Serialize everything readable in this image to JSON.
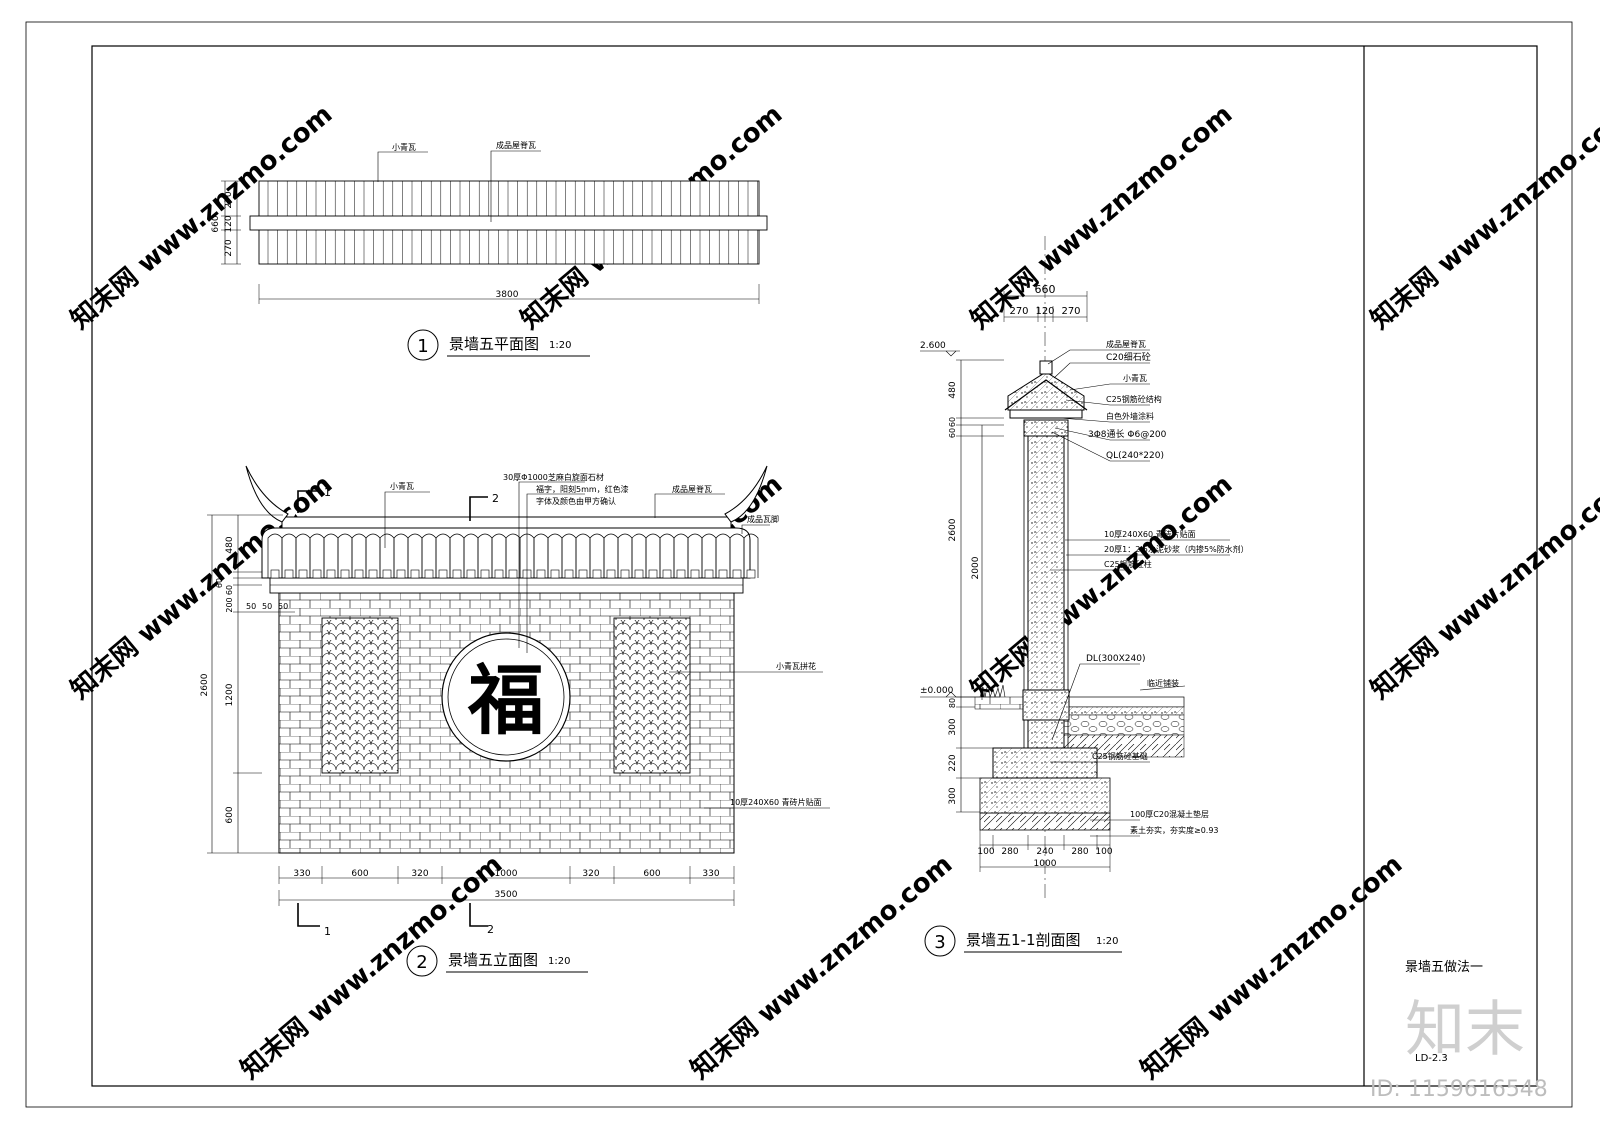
{
  "sheet": {
    "title": "景墙五做法一",
    "drawing_no": "LD-2.3",
    "watermark_site": "www.znzmo.com",
    "watermark_brand": "知末网",
    "watermark_logo": "知末",
    "watermark_id": "ID: 1159616548"
  },
  "plan": {
    "num": "1",
    "title": "景墙五平面图",
    "scale": "1:20",
    "label_tile": "小青瓦",
    "label_ridge": "成品屋脊瓦",
    "dim_total_w": "3800",
    "dim_total_h": "660",
    "dim_h_parts": [
      "270",
      "120",
      "270"
    ]
  },
  "elev": {
    "num": "2",
    "title": "景墙五立面图",
    "scale": "1:20",
    "character": "福",
    "label_tile": "小青瓦",
    "label_ridge": "成品屋脊瓦",
    "label_eave": "成品瓦脚",
    "label_stone_1": "30厚Φ1000芝麻白旋面石材",
    "label_stone_2": "福字，阳刻5mm，红色漆",
    "label_stone_3": "字体及颜色由甲方确认",
    "label_tile_pattern": "小青瓦拼花",
    "label_brick": "10厚240X60 青砖片贴面",
    "cut_1": "1",
    "cut_2": "2",
    "dims_bottom": [
      "330",
      "600",
      "320",
      "1000",
      "320",
      "600",
      "330"
    ],
    "dim_total_w": "3500",
    "dims_left": [
      "480",
      "60",
      "60",
      "200",
      "1200",
      "600"
    ],
    "dim_total_h": "2600",
    "dims_small": [
      "50",
      "50",
      "50"
    ]
  },
  "section": {
    "num": "3",
    "title": "景墙五1-1剖面图",
    "scale": "1:20",
    "top_dim": "660",
    "top_parts": [
      "270",
      "120",
      "270"
    ],
    "level_top": "2.600",
    "level_ground": "±0.000",
    "dims_left_outer": [
      "480",
      "60",
      "60",
      "2600",
      "80",
      "300",
      "220",
      "300"
    ],
    "dims_left_inner": [
      "2000"
    ],
    "labels": [
      "成品屋脊瓦",
      "C20细石砼",
      "小青瓦",
      "C25钢筋砼结构",
      "白色外墙涂料",
      "3Φ8通长 Φ6@200",
      "QL(240*220)",
      "10厚240X60 青砖片贴面",
      "20厚1：2.5水泥砂浆（内掺5%防水剂）",
      "C25钢筋砼柱",
      "DL(300X240)",
      "临近铺装",
      "C25钢筋砼基础",
      "100厚C20混凝土垫层",
      "素土夯实，夯实度≥0.93"
    ],
    "dims_bottom": [
      "100",
      "280",
      "240",
      "280",
      "100"
    ],
    "dim_bottom_total": "1000"
  }
}
